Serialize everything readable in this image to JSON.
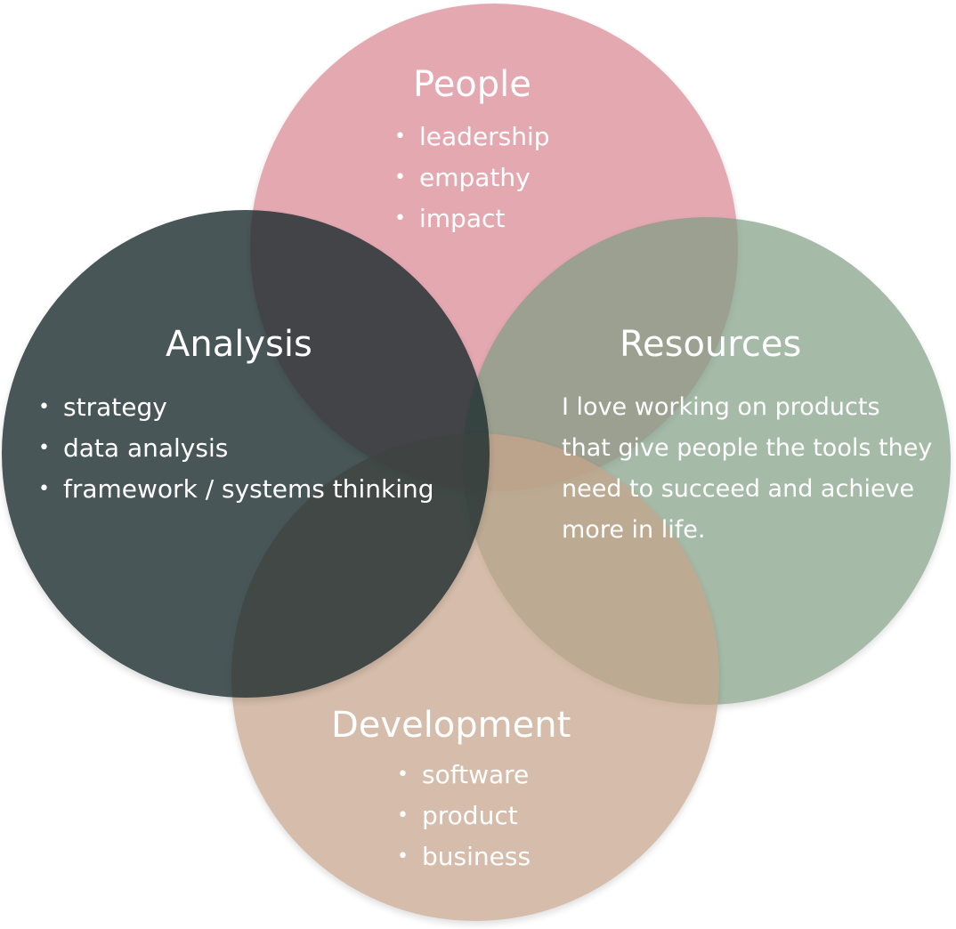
{
  "diagram": {
    "circles": [
      {
        "id": "people",
        "title": "People",
        "items": [
          "leadership",
          "empathy",
          "impact"
        ],
        "color": "#e3a4ad"
      },
      {
        "id": "analysis",
        "title": "Analysis",
        "items": [
          "strategy",
          "data analysis",
          "framework / systems thinking"
        ],
        "color": "#1c2c2e"
      },
      {
        "id": "resources",
        "title": "Resources",
        "text": "I love working on products that give people the tools they need to succeed and achieve more in life.",
        "color": "#7f9d83"
      },
      {
        "id": "development",
        "title": "Development",
        "items": [
          "software",
          "product",
          "business"
        ],
        "color": "#c7a58b"
      }
    ]
  }
}
